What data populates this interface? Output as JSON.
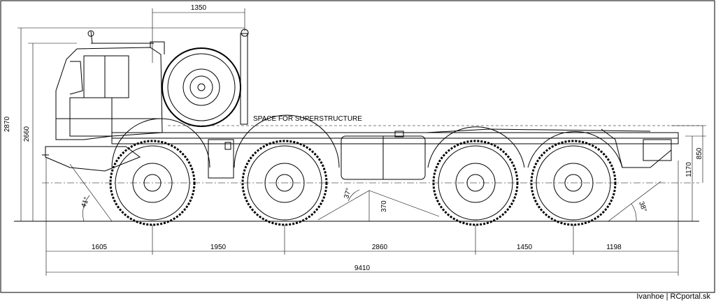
{
  "dimensions": {
    "top_width": "1350",
    "overall_height": "2870",
    "cab_height": "2660",
    "superstructure_label": "SPACE FOR SUPERSTRUCTURE",
    "rear_height_850": "850",
    "rear_height_1170": "1170",
    "approach_angle": "41°",
    "departure_angle": "38°",
    "breakover_angle": "37°",
    "ground_clearance": "370",
    "front_overhang": "1605",
    "axle_spacing_1": "1950",
    "axle_spacing_2": "2860",
    "axle_spacing_3": "1450",
    "rear_overhang": "1198",
    "overall_length": "9410"
  },
  "credit": "Ivanhoe | RCportal.sk"
}
